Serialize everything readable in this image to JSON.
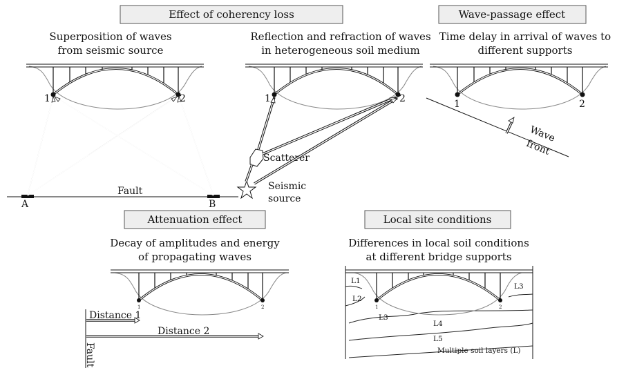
{
  "headings": {
    "coherency": "Effect of coherency loss",
    "wave_passage": "Wave-passage effect",
    "attenuation": "Attenuation effect",
    "local_site": "Local site conditions"
  },
  "captions": {
    "superposition_1": "Superposition of waves",
    "superposition_2": "from seismic source",
    "reflection_1": "Reflection and refraction of waves",
    "reflection_2": "in heterogeneous soil medium",
    "time_delay_1": "Time delay in arrival of waves to",
    "time_delay_2": "different supports",
    "decay_1": "Decay of amplitudes and energy",
    "decay_2": "of propagating waves",
    "differences_1": "Differences in local soil conditions",
    "differences_2": "at different bridge supports"
  },
  "labels": {
    "support_1": "1",
    "support_2": "2",
    "point_a": "A",
    "point_b": "B",
    "fault": "Fault",
    "scatterer": "Scatterer",
    "seismic_1": "Seismic",
    "seismic_2": "source",
    "wave": "Wave",
    "front": "front",
    "distance_1": "Distance 1",
    "distance_2": "Distance 2",
    "fault_vertical": "Fault",
    "layer_l1": "L1",
    "layer_l2": "L2",
    "layer_l3_left": "L3",
    "layer_l3_right": "L3",
    "layer_l4": "L4",
    "layer_l5": "L5",
    "soil_layers_note": "Multiple soil layers (L)"
  }
}
